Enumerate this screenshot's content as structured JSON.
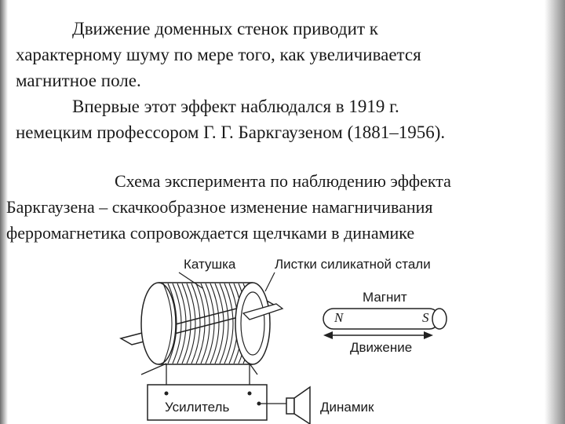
{
  "text": {
    "para1_line1": "Движение доменных стенок приводит к",
    "para1_line2": "характерному шуму по мере того, как увеличивается",
    "para1_line3": "магнитное поле.",
    "para1_line4": "Впервые этот эффект наблюдался в 1919 г.",
    "para1_line5": "немецким профессором Г. Г. Баркгаузеном (1881–1956).",
    "para2_line1": "Схема эксперимента по наблюдению эффекта",
    "para2_line2": "Баркгаузена – скачкообразное изменение намагничивания",
    "para2_line3": "ферромагнетика сопровождается щелчками в динамике"
  },
  "figure": {
    "coil_label": "Катушка",
    "sheets_label": "Листки силикатной стали",
    "magnet_label": "Магнит",
    "pole_n": "N",
    "pole_s": "S",
    "motion_label": "Движение",
    "amplifier_label": "Усилитель",
    "speaker_label": "Динамик"
  }
}
